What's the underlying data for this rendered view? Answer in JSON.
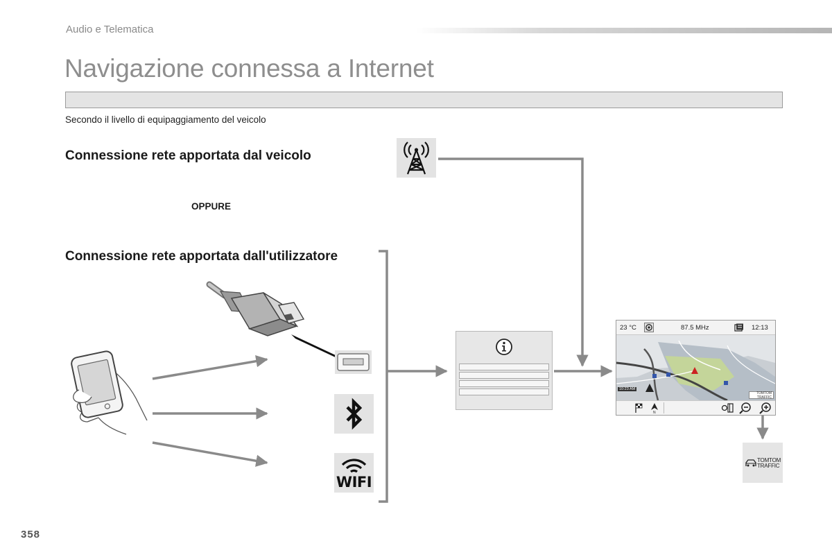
{
  "page": {
    "section": "Audio e Telematica",
    "title": "Navigazione connessa a Internet",
    "subtitle": "Secondo il livello di equipaggiamento del veicolo",
    "page_number": "358"
  },
  "diagram": {
    "heading_vehicle": "Connessione rete apportata dal veicolo",
    "or_label": "OPPURE",
    "heading_user": "Connessione rete apportata dall'utilizzatore",
    "wifi_label": "WIFI",
    "icons": [
      "smartphone-icon",
      "usb-plug-icon",
      "usb-port-icon",
      "bluetooth-icon",
      "wifi-icon",
      "antenna-icon",
      "info-icon",
      "tomtom-traffic-icon"
    ],
    "nav_screen": {
      "temperature": "23 °C",
      "radio": "87.5 MHz",
      "clock": "12:13",
      "speed_info": "10:23 AM",
      "tomtom_line1": "TOMTOM",
      "tomtom_line2": "TRAFFIC"
    },
    "tomtom_badge": {
      "line1": "TOMTOM",
      "line2": "TRAFFIC"
    },
    "colors": {
      "arrow": "#8a8a8a",
      "tile": "#e3e3e3",
      "title": "#8e8e8e"
    }
  }
}
